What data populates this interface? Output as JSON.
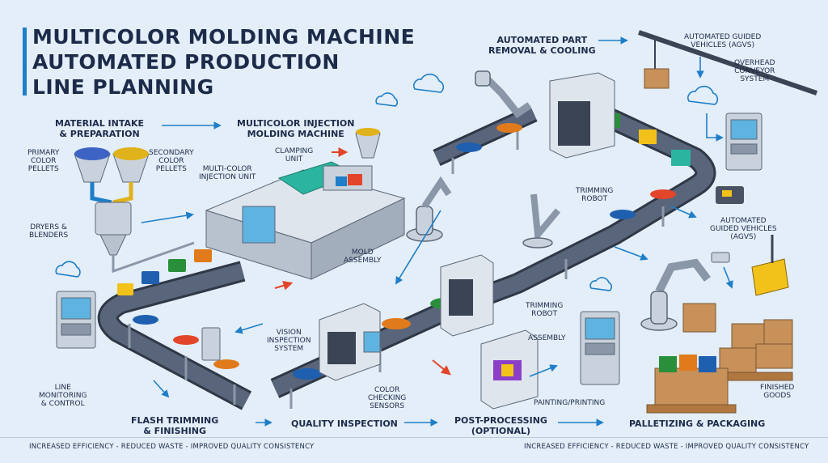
{
  "title": {
    "line1": "MULTICOLOR MOLDING MACHINE",
    "line2": "AUTOMATED PRODUCTION",
    "line3": "LINE PLANNING"
  },
  "labels": {
    "material_intake": "MATERIAL INTAKE\n& PREPARATION",
    "primary_pellets": "PRIMARY\nCOLOR\nPELLETS",
    "secondary_pellets": "SECONDARY\nCOLOR\nPELLETS",
    "dryers": "DRYERS &\nBLENDERS",
    "injection_machine": "MULTICOLOR INJECTION\nMOLDING MACHINE",
    "clamping_unit": "CLAMPING\nUNIT",
    "injection_unit": "MULTI-COLOR\nINJECTION UNIT",
    "mold_assembly": "MOLD\nASSEMBLY",
    "part_removal": "AUTOMATED PART\nREMOVAL & COOLING",
    "agv_top": "AUTOMATED GUIDED\nVEHICLES (AGVs)",
    "overhead": "OVERHEAD\nCONVEYOR\nSYSTEM",
    "trimming_robot_1": "TRIMMING\nROBOT",
    "agv_right": "AUTOMATED\nGUIDED VEHICLES\n(AGVs)",
    "trimming_robot_2": "TRIMMING\nROBOT",
    "vision": "VISION\nINSPECTION\nSYSTEM",
    "assembly": "ASSEMBLY",
    "color_sensors": "COLOR\nCHECKING\nSENSORS",
    "painting": "PAINTING/PRINTING",
    "line_monitoring": "LINE\nMONITORING\n& CONTROL",
    "finished_goods": "FINISHED\nGOODS"
  },
  "stages": {
    "flash": "FLASH TRIMMING\n& FINISHING",
    "quality": "QUALITY INSPECTION",
    "post": "POST-PROCESSING\n(OPTIONAL)",
    "pallet": "PALLETIZING & PACKAGING"
  },
  "footer": {
    "left": "INCREASED EFFICIENCY - REDUCED WASTE - IMPROVED QUALITY CONSISTENCY",
    "right": "INCREASED EFFICIENCY - REDUCED WASTE - IMPROVED QUALITY CONSISTENCY"
  },
  "colors": {
    "accent_blue": "#1e7ec8",
    "arrow_red": "#e3452a",
    "arrow_yellow": "#f2c21b",
    "belt": "#3b4454",
    "machine": "#c9d2dc",
    "teal": "#2bb5a0",
    "box": "#c8915a"
  }
}
